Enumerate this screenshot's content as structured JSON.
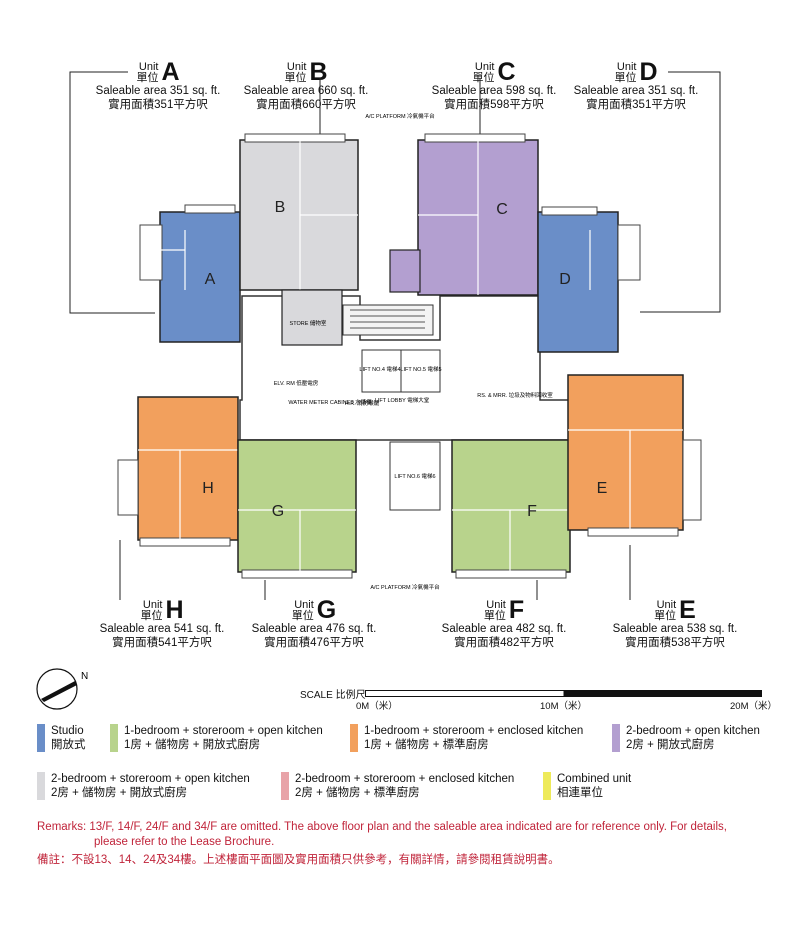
{
  "colors": {
    "studio": "#6a8ec8",
    "one_bed_open": "#b8d38c",
    "one_bed_enclosed": "#f2a05d",
    "two_bed_open": "#b39fd0",
    "two_bed_store_open": "#d9d9dc",
    "two_bed_store_enclosed": "#e8a3a8",
    "combined": "#eeea5a",
    "remarks": "#c0243a"
  },
  "units": [
    {
      "id": "A",
      "unit_en": "Unit",
      "unit_zh": "單位",
      "area_en": "Saleable area 351 sq. ft.",
      "area_zh": "實用面積351平方呎"
    },
    {
      "id": "B",
      "unit_en": "Unit",
      "unit_zh": "單位",
      "area_en": "Saleable area 660 sq. ft.",
      "area_zh": "實用面積660平方呎"
    },
    {
      "id": "C",
      "unit_en": "Unit",
      "unit_zh": "單位",
      "area_en": "Saleable area 598 sq. ft.",
      "area_zh": "實用面積598平方呎"
    },
    {
      "id": "D",
      "unit_en": "Unit",
      "unit_zh": "單位",
      "area_en": "Saleable area 351 sq. ft.",
      "area_zh": "實用面積351平方呎"
    },
    {
      "id": "H",
      "unit_en": "Unit",
      "unit_zh": "單位",
      "area_en": "Saleable area 541 sq. ft.",
      "area_zh": "實用面積541平方呎"
    },
    {
      "id": "G",
      "unit_en": "Unit",
      "unit_zh": "單位",
      "area_en": "Saleable area 476 sq. ft.",
      "area_zh": "實用面積476平方呎"
    },
    {
      "id": "F",
      "unit_en": "Unit",
      "unit_zh": "單位",
      "area_en": "Saleable area 482 sq. ft.",
      "area_zh": "實用面積482平方呎"
    },
    {
      "id": "E",
      "unit_en": "Unit",
      "unit_zh": "單位",
      "area_en": "Saleable area 538 sq. ft.",
      "area_zh": "實用面積538平方呎"
    }
  ],
  "plan_labels": {
    "lift4": "LIFT NO.4 電梯4",
    "lift5": "LIFT NO.5 電梯5",
    "lift6": "LIFT NO.6 電梯6",
    "lift_lobby": "LIFT LOBBY 電梯大堂",
    "elv_rm": "ELV. RM 低壓電房",
    "water_meter": "WATER METER CABINET 水錶櫃",
    "hr": "H.R. 消防喉轆",
    "rs_mrr": "RS. & MRR. 垃圾及物料回收室",
    "ac_platform": "A/C PLATFORM 冷氣機平台",
    "store": "STORE 儲物室"
  },
  "scale": {
    "label": "SCALE 比例尺",
    "tick0": "0M（米）",
    "tick10": "10M（米）",
    "tick20": "20M（米）"
  },
  "legend": [
    {
      "en": "Studio",
      "zh": "開放式",
      "color_key": "studio"
    },
    {
      "en": "1-bedroom + storeroom + open kitchen",
      "zh": "1房 + 儲物房 + 開放式廚房",
      "color_key": "one_bed_open"
    },
    {
      "en": "1-bedroom + storeroom + enclosed kitchen",
      "zh": "1房 + 儲物房 + 標準廚房",
      "color_key": "one_bed_enclosed"
    },
    {
      "en": "2-bedroom + open kitchen",
      "zh": "2房 + 開放式廚房",
      "color_key": "two_bed_open"
    },
    {
      "en": "2-bedroom + storeroom + open kitchen",
      "zh": "2房 + 儲物房 + 開放式廚房",
      "color_key": "two_bed_store_open"
    },
    {
      "en": "2-bedroom + storeroom + enclosed kitchen",
      "zh": "2房 + 儲物房 + 標準廚房",
      "color_key": "two_bed_store_enclosed"
    },
    {
      "en": "Combined unit",
      "zh": "相連單位",
      "color_key": "combined"
    }
  ],
  "remarks": {
    "en_line1": "Remarks: 13/F, 14/F, 24/F and 34/F are omitted. The above floor plan and the saleable area indicated are for reference only. For details,",
    "en_line2": "please refer to the Lease Brochure.",
    "zh": "備註：不設13、14、24及34樓。上述樓面平面圖及實用面積只供參考，有關詳情，請參閱租賃說明書。"
  }
}
